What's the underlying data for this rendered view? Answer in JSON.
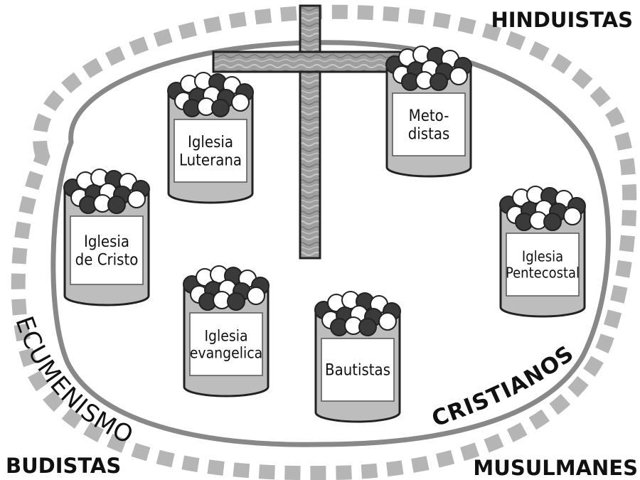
{
  "corner_labels": {
    "top_right": "HINDUISTAS",
    "bottom_left": "BUDISTAS",
    "bottom_right": "MUSULMANES"
  },
  "arc_labels": {
    "outer": "ECUMENISMO",
    "inner": "CRISTIANOS"
  },
  "cans": [
    {
      "lines": [
        "Iglesia",
        "Luterana"
      ]
    },
    {
      "lines": [
        "Meto-",
        "distas"
      ]
    },
    {
      "lines": [
        "Iglesia",
        "de Cristo"
      ]
    },
    {
      "lines": [
        "Iglesia",
        "Pentecostal"
      ]
    },
    {
      "lines": [
        "Iglesia",
        "evangelica"
      ]
    },
    {
      "lines": [
        "Bautistas"
      ]
    }
  ],
  "colors": {
    "dashed_ring": "#b5b5b5",
    "inner_ring": "#888888",
    "cross_fill": "#a0a0a0",
    "can_body": "#bdbdbd",
    "dark_ball": "#3a3a3a"
  }
}
